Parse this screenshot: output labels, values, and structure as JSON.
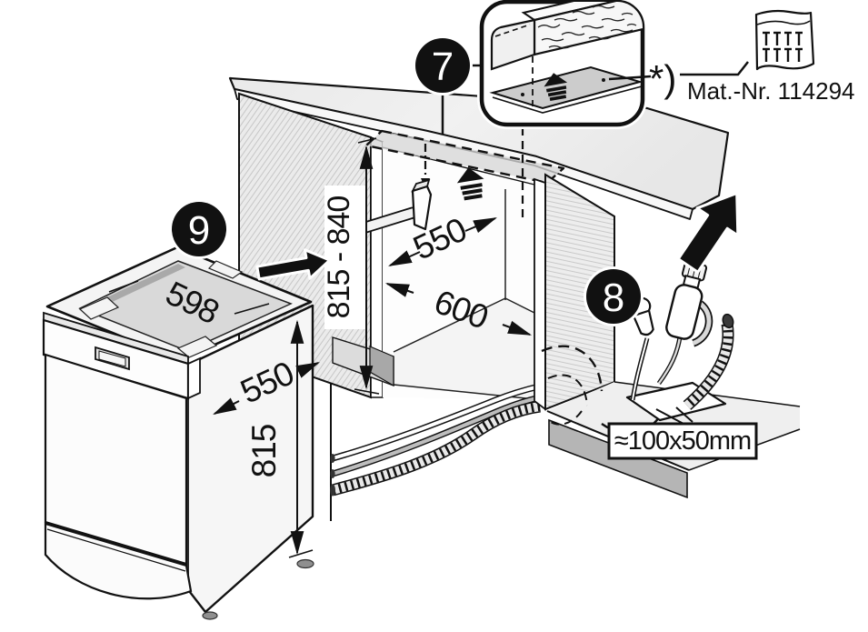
{
  "callouts": {
    "step7": "7",
    "step8": "8",
    "step9": "9"
  },
  "dimensions": {
    "top_width": "598",
    "depth": "550",
    "height": "815",
    "niche_height_range": "815 - 840",
    "niche_depth": "550",
    "niche_depth_total": "600"
  },
  "labels": {
    "asterisk_note": "*)",
    "material_number": "Mat.-Nr. 114294",
    "cutout_size": "≈100x50mm"
  },
  "colors": {
    "ink": "#111111",
    "panel_gray": "#ececec",
    "plate_gray": "#d6d6d6",
    "plinth_gray": "#b5b5b5",
    "callout_bg": "#111111",
    "callout_text": "#ffffff"
  }
}
